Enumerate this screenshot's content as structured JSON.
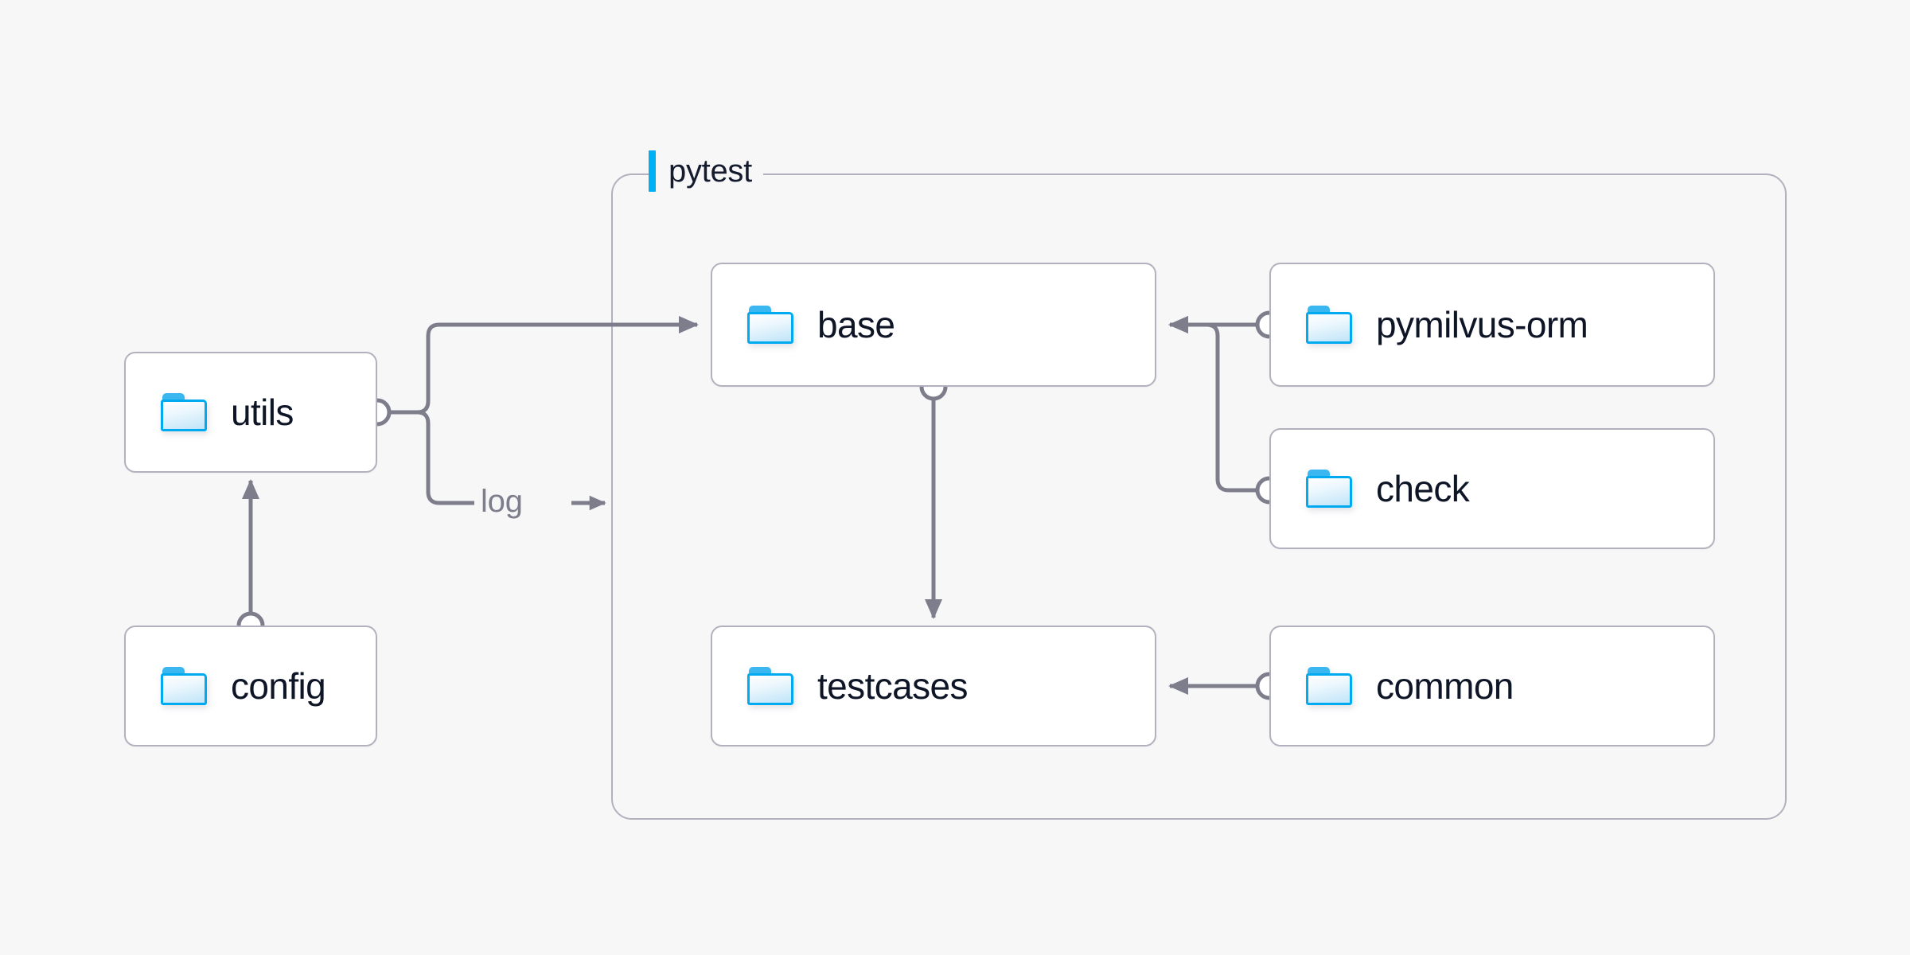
{
  "diagram": {
    "type": "architecture-dependency-diagram",
    "background_color": "#f7f7f8",
    "node_border_color": "#b3b1bd",
    "node_fill_color": "#ffffff",
    "edge_color": "#7d7d8c",
    "accent_color": "#00b0f4",
    "label_text_color": "#0e1526",
    "folder_icon_color": "#00aaf0"
  },
  "group": {
    "label": "pytest",
    "accent_bar_color": "#00b0f4"
  },
  "nodes": [
    {
      "id": "utils",
      "label": "utils",
      "icon": "folder-icon",
      "group": null
    },
    {
      "id": "config",
      "label": "config",
      "icon": "folder-icon",
      "group": null
    },
    {
      "id": "base",
      "label": "base",
      "icon": "folder-icon",
      "group": "pytest"
    },
    {
      "id": "testcases",
      "label": "testcases",
      "icon": "folder-icon",
      "group": "pytest"
    },
    {
      "id": "pymilvus-orm",
      "label": "pymilvus-orm",
      "icon": "folder-icon",
      "group": "pytest"
    },
    {
      "id": "check",
      "label": "check",
      "icon": "folder-icon",
      "group": "pytest"
    },
    {
      "id": "common",
      "label": "common",
      "icon": "folder-icon",
      "group": "pytest"
    }
  ],
  "edges": [
    {
      "from": "config",
      "to": "utils",
      "label": "",
      "arrow": "end"
    },
    {
      "from": "utils",
      "to": "base",
      "label": "",
      "arrow": "end"
    },
    {
      "from": "utils",
      "to": "pytest",
      "label": "log",
      "arrow": "end"
    },
    {
      "from": "base",
      "to": "testcases",
      "label": "",
      "arrow": "end"
    },
    {
      "from": "pymilvus-orm",
      "to": "base",
      "label": "",
      "arrow": "end"
    },
    {
      "from": "check",
      "to": "base",
      "label": "",
      "arrow": "end"
    },
    {
      "from": "common",
      "to": "testcases",
      "label": "",
      "arrow": "end"
    }
  ],
  "edge_labels": {
    "log": "log"
  }
}
